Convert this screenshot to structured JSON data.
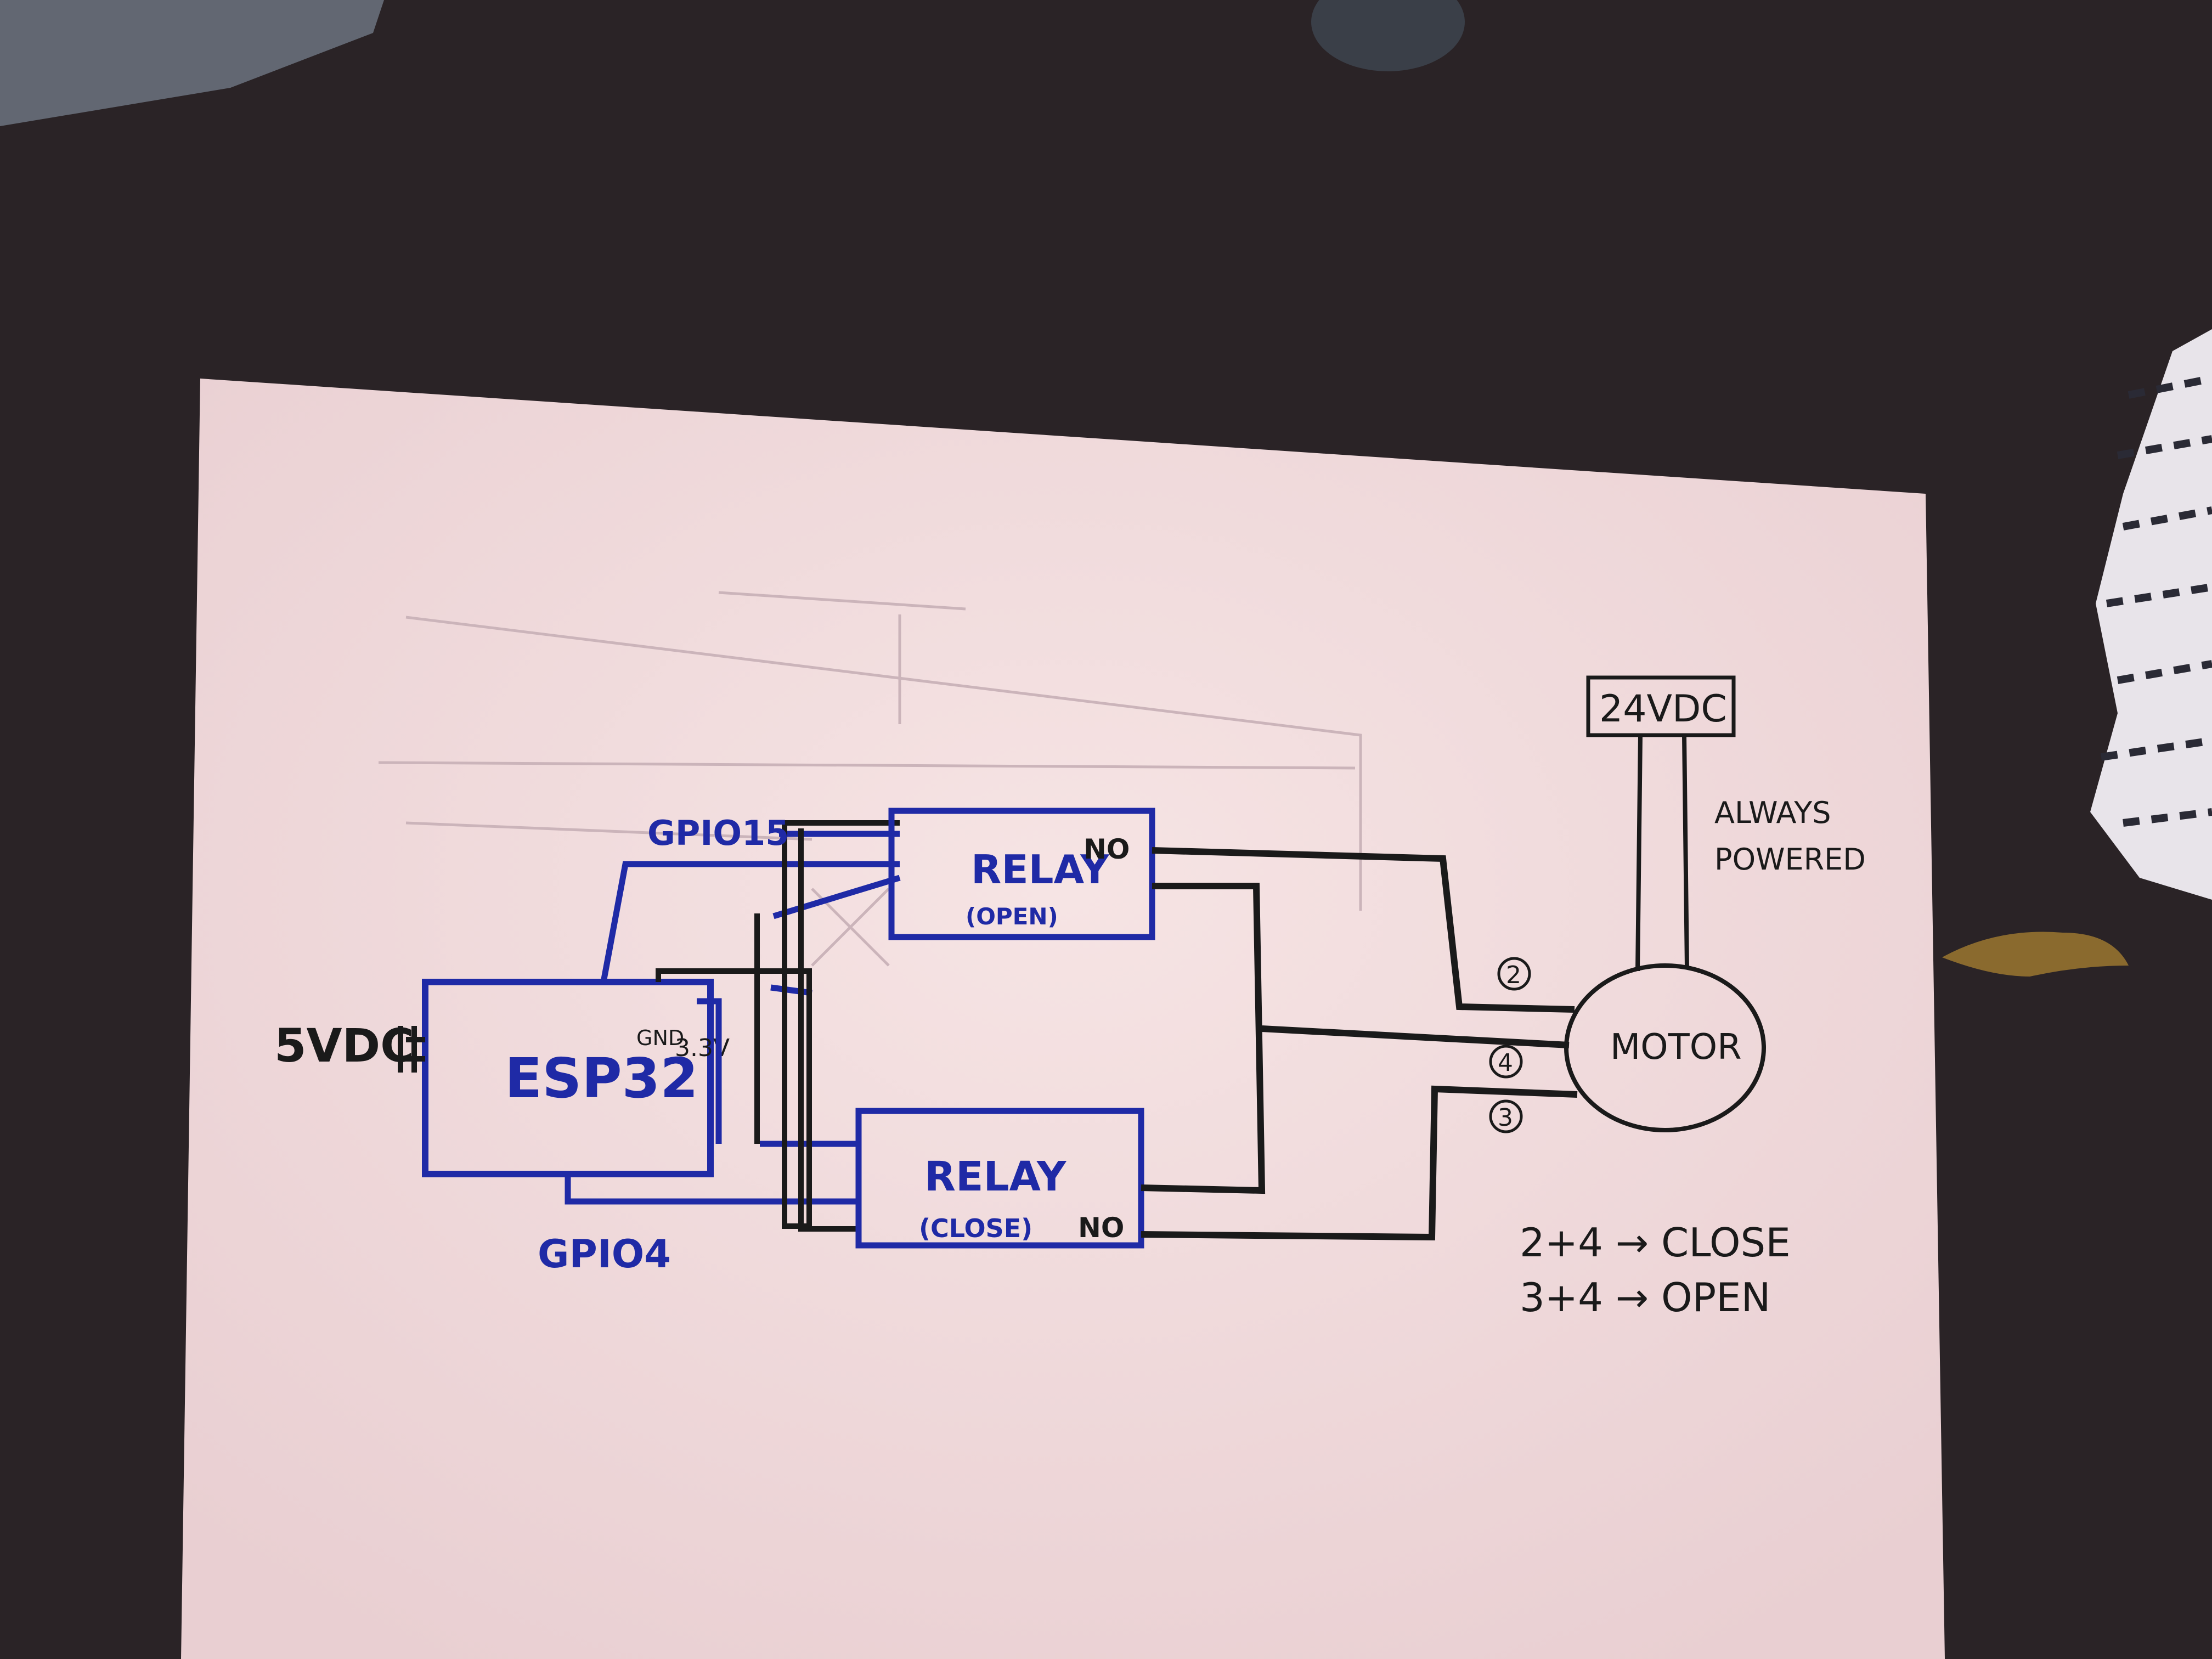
{
  "diagram": {
    "power_in_label": "5VDC",
    "esp32": {
      "label": "ESP32",
      "pin_gnd": "GND",
      "pin_3v3": "3.3V",
      "gpio_open": "GPIO15",
      "gpio_close": "GPIO4"
    },
    "relay_open": {
      "title": "RELAY",
      "subtitle": "(OPEN)",
      "contact": "NO"
    },
    "relay_close": {
      "title": "RELAY",
      "subtitle": "(CLOSE)",
      "contact": "NO"
    },
    "motor": {
      "label": "MOTOR",
      "terminal_2": "2",
      "terminal_4": "4",
      "terminal_3": "3"
    },
    "supply": {
      "label": "24VDC",
      "note_line1": "ALWAYS",
      "note_line2": "POWERED"
    },
    "legend": {
      "line1": "2+4 → CLOSE",
      "line2": "3+4 → OPEN"
    }
  },
  "colors": {
    "paper": "#f3dede",
    "blue_ink": "#1f2aa6",
    "black_ink": "#1a1a1a",
    "background": "#2a2326"
  }
}
